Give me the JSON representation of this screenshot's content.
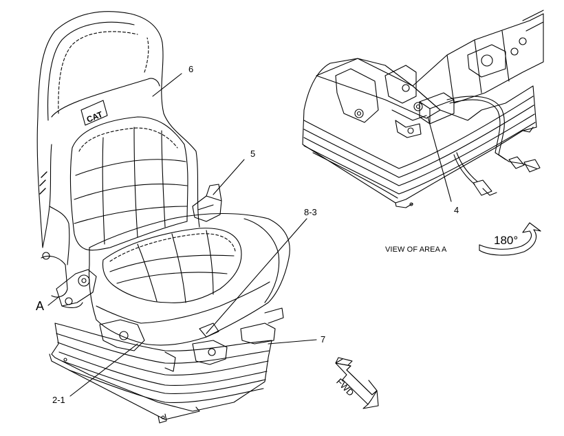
{
  "callouts": {
    "c6": "6",
    "c5": "5",
    "c8_3": "8-3",
    "c4": "4",
    "c7": "7",
    "c2_1": "2-1",
    "area_a": "A"
  },
  "view_caption": "VIEW OF AREA A",
  "rotation_label": "180°",
  "fwd_label": "FWD"
}
